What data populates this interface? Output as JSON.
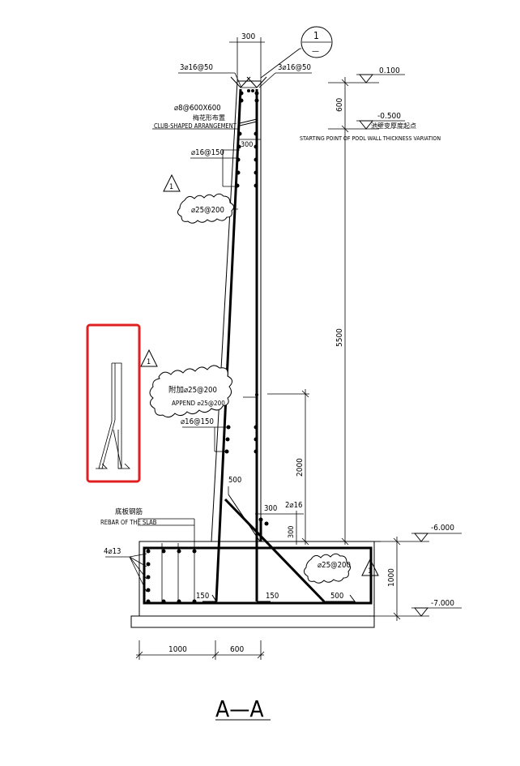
{
  "section": {
    "title": "A—A"
  },
  "detail_marker": {
    "number": "1",
    "sub": "—"
  },
  "rev_delta": "1",
  "labels": {
    "wall_top_width": "300",
    "rebar_left_top": "3⌀16@50",
    "rebar_right_top": "3⌀16@50",
    "tie_spec": "⌀8@600X600",
    "tie_cn": "梅花形布置",
    "tie_en": "CLUB-SHAPED ARRANGEMENT",
    "step_300": "300",
    "rebar_wall_16": "⌀16@150",
    "rebar_wall_25": "⌀25@200",
    "append_cn": "附加⌀25@200",
    "append_en": "APPEND ⌀25@200",
    "rebar_wall_16b": "⌀16@150",
    "haunch_500": "500",
    "haunch_300_h": "300",
    "haunch_300_v": "300",
    "haunch_2_16": "2⌀16",
    "slab_rebar_cn": "底板钢筋",
    "slab_rebar_en": "REBAR OF THE SLAB",
    "slab_4_13": "4⌀13",
    "slab_150_a": "150",
    "slab_150_b": "150",
    "slab_25_200": "⌀25@200",
    "slab_haunch_500": "500",
    "dim_1000_bottom": "1000",
    "dim_600_bottom": "600"
  },
  "elevations": {
    "top": "0.100",
    "change": "-0.500",
    "change_cn": "池壁变厚度起点",
    "change_en": "STARTING POINT OF POOL WALL THICKNESS VARIATION",
    "slab_top": "-6.000",
    "slab_bottom": "-7.000"
  },
  "dimensions": {
    "d600": "600",
    "d5500": "5500",
    "d2000": "2000",
    "d1000": "1000"
  }
}
